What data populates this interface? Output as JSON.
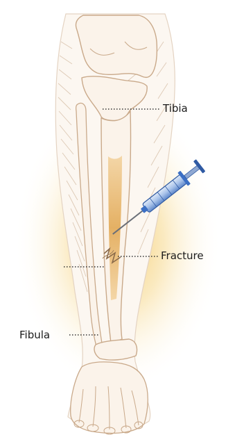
{
  "labels": {
    "tibia": "Tibia",
    "fracture": "Fracture",
    "fibula": "Fibula"
  },
  "colors": {
    "background": "#ffffff",
    "bone_outline": "#c9a98a",
    "bone_fill": "#fbf3ea",
    "glow": "#f2c14e",
    "marrow": "#e8b566",
    "syringe_blue": "#3b6fc4",
    "needle": "#6a6f78",
    "leader_line": "#333333"
  },
  "icons": {
    "syringe": "syringe-icon"
  }
}
